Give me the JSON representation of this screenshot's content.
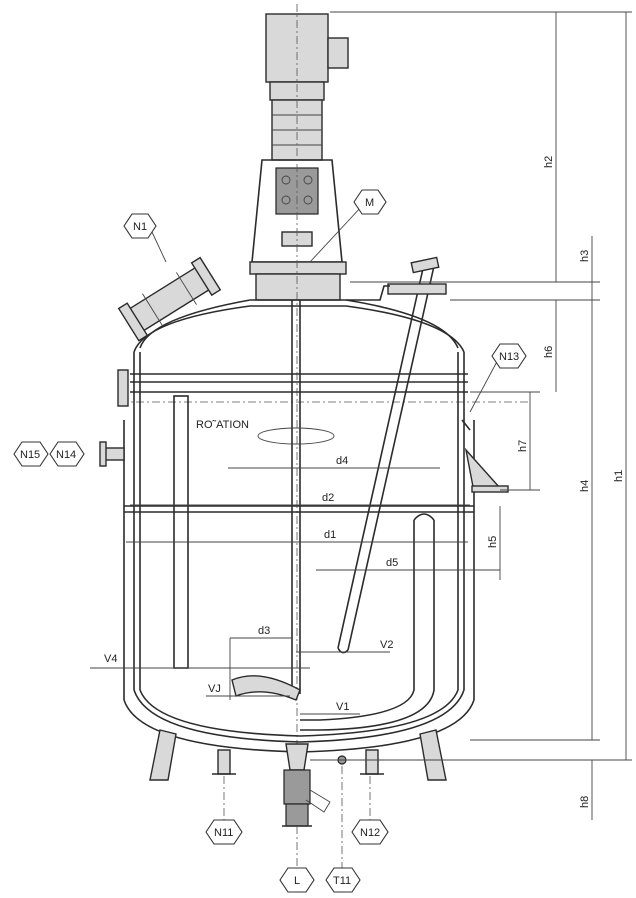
{
  "nozzles": {
    "n1": "N1",
    "m": "M",
    "n13": "N13",
    "n14": "N14",
    "n15": "N15",
    "n11": "N11",
    "n12": "N12",
    "l": "L",
    "t11": "T11"
  },
  "dimensions": {
    "h1": "h1",
    "h2": "h2",
    "h3": "h3",
    "h4": "h4",
    "h5": "h5",
    "h6": "h6",
    "h7": "h7",
    "h8": "h8",
    "d1": "d1",
    "d2": "d2",
    "d3": "d3",
    "d4": "d4",
    "d5": "d5"
  },
  "levels": {
    "v1": "V1",
    "v2": "V2",
    "v3": "VJ",
    "v4": "V4"
  },
  "rotation": "RO˜ATION"
}
